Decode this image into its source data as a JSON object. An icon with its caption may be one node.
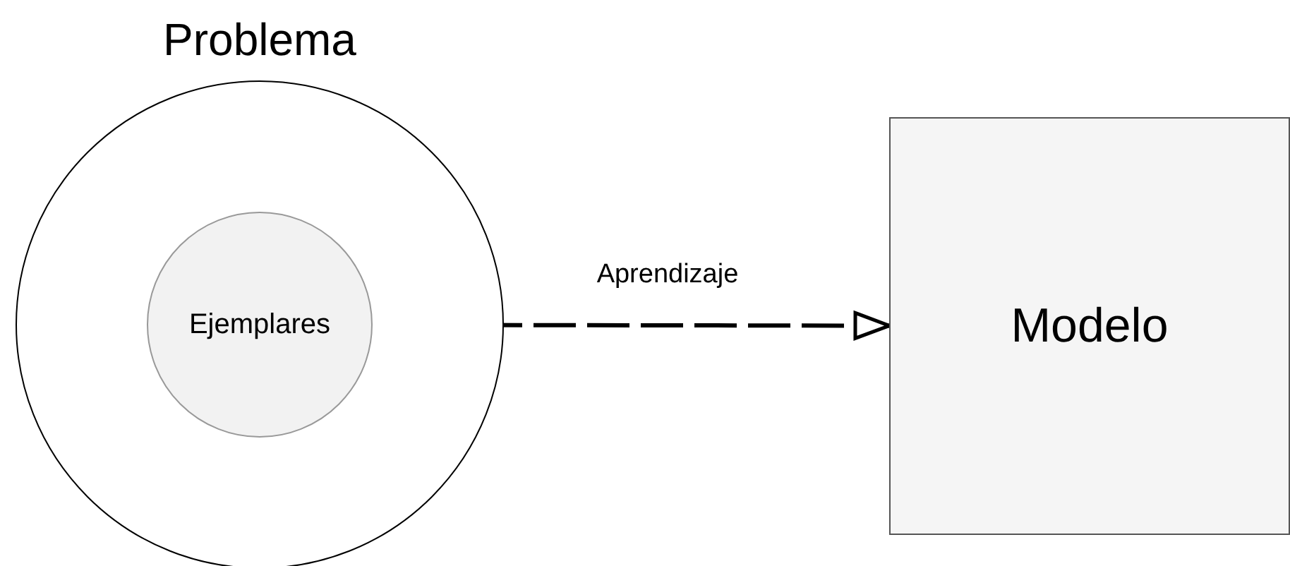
{
  "diagram": {
    "nodes": [
      {
        "text": [
          "Problema"
        ]
      },
      {
        "text": [
          "Ejemplares"
        ],
        "in": 0
      },
      {
        "text": [
          "Modelo"
        ]
      }
    ],
    "edges": [
      {
        "from": 1,
        "to": 2,
        "arrow": "to",
        "label": "Aprendizaje",
        "style": "dashed"
      }
    ]
  }
}
